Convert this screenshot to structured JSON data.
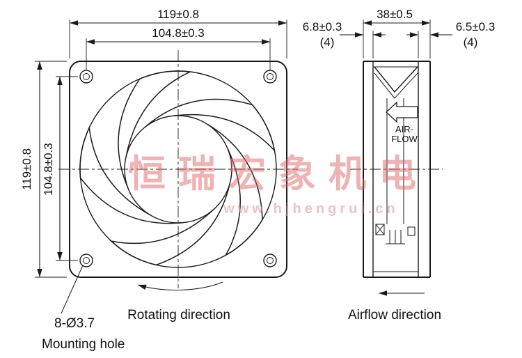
{
  "front": {
    "dim_top_outer": "119±0.8",
    "dim_top_inner": "104.8±0.3",
    "dim_left_outer": "119±0.8",
    "dim_left_inner": "104.8±0.3",
    "rotating_label": "Rotating direction",
    "hole_label_line1": "8-Ø3.7",
    "hole_label_line2": "Mounting hole"
  },
  "side": {
    "dim_depth": "38±0.5",
    "dim_flange_left": "6.8±0.3",
    "qty_left": "(4)",
    "dim_flange_right": "6.5±0.3",
    "qty_right": "(4)",
    "airflow_text_line1": "AIR-",
    "airflow_text_line2": "FLOW",
    "airflow_label": "Airflow direction"
  },
  "watermark": {
    "cn": "恒瑞宏象机电",
    "url": "www.hjhengrui.cn"
  },
  "colors": {
    "line": "#1a1a1a",
    "watermark": "#e06868"
  }
}
